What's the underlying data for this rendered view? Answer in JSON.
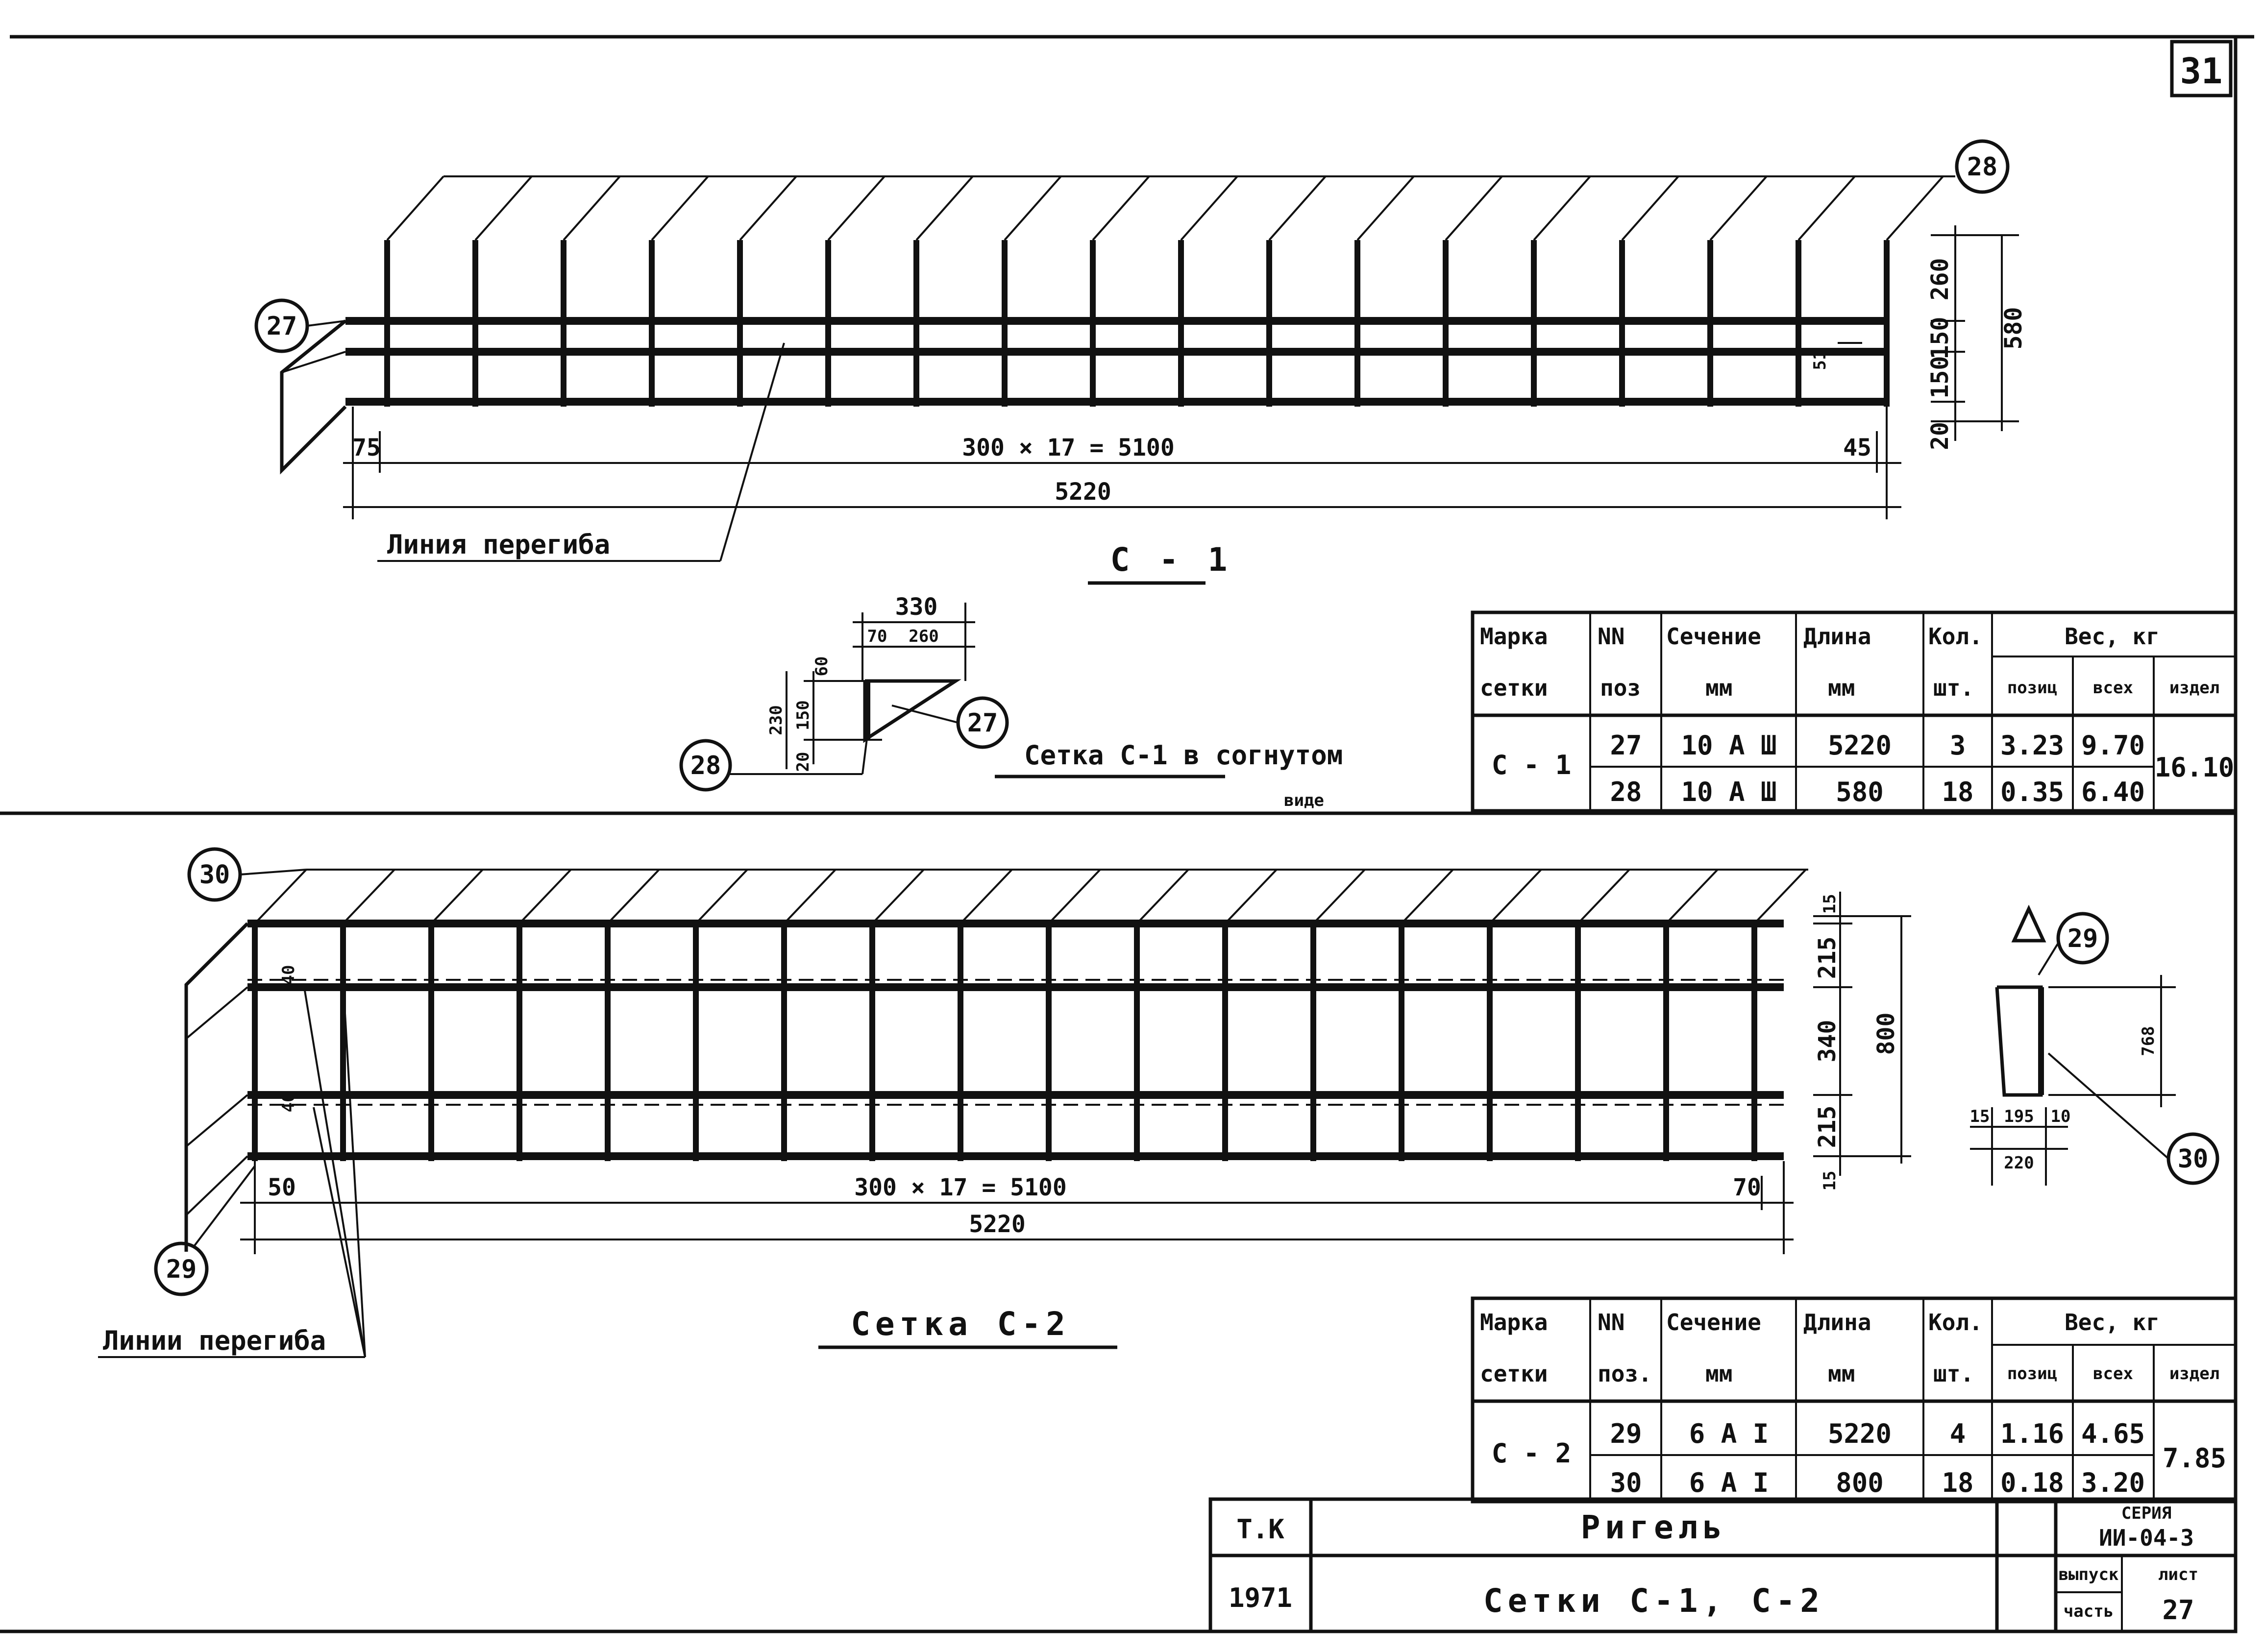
{
  "sheet": {
    "number": "31"
  },
  "mesh1": {
    "tags": {
      "bent": "27",
      "straight": "28"
    },
    "dims": {
      "bar_height": "580",
      "h260": "260",
      "h150a": "150",
      "h150b": "150",
      "h20": "20",
      "s51": "51",
      "left": "75",
      "right": "45",
      "span": "300 × 17 = 5100",
      "total": "5220"
    },
    "bend_label": "Линия перегиба",
    "title": "С - 1"
  },
  "mesh1_bent": {
    "dims": {
      "d330": "330",
      "d70": "70",
      "d260": "260",
      "h230": "230",
      "h150": "150",
      "h60": "60",
      "h20": "20"
    },
    "tags": {
      "a": "28",
      "b": "27"
    },
    "caption_a": "Сетка С-1 в согнутом",
    "caption_b": "виде"
  },
  "table1": {
    "headers": [
      [
        "Марка",
        "сетки"
      ],
      [
        "NN",
        "поз"
      ],
      [
        "Сечение",
        "мм"
      ],
      [
        "Длина",
        "мм"
      ],
      [
        "Кол.",
        "шт."
      ]
    ],
    "weight_header": "Вес, кг",
    "weight_sub": [
      "позиц",
      "всех",
      "издел"
    ],
    "mark": "С - 1",
    "rows": [
      [
        "27",
        "10 А Ш",
        "5220",
        "3",
        "3.23",
        "9.70"
      ],
      [
        "28",
        "10 А Ш",
        "580",
        "18",
        "0.35",
        "6.40"
      ]
    ],
    "total": "16.10"
  },
  "mesh2": {
    "tags": {
      "top": "30",
      "bottom": "29"
    },
    "dims": {
      "h15a": "15",
      "h215a": "215",
      "h340": "340",
      "h215b": "215",
      "h15b": "15",
      "total_h": "800",
      "i40a": "40",
      "i40b": "40",
      "left": "50",
      "right": "70",
      "span": "300 × 17 = 5100",
      "total": "5220"
    },
    "bend_label": "Линии перегиба",
    "title": "Сетка С-2"
  },
  "mesh2_bent": {
    "tags": {
      "a": "29",
      "b": "30"
    },
    "dims": {
      "d15": "15",
      "d195": "195",
      "d10": "10",
      "d220": "220",
      "h768": "768"
    }
  },
  "table2": {
    "headers": [
      [
        "Марка",
        "сетки"
      ],
      [
        "NN",
        "поз."
      ],
      [
        "Сечение",
        "мм"
      ],
      [
        "Длина",
        "мм"
      ],
      [
        "Кол.",
        "шт."
      ]
    ],
    "weight_header": "Вес, кг",
    "weight_sub": [
      "позиц",
      "всех",
      "издел"
    ],
    "mark": "С - 2",
    "rows": [
      [
        "29",
        "6 А I",
        "5220",
        "4",
        "1.16",
        "4.65"
      ],
      [
        "30",
        "6 А I",
        "800",
        "18",
        "0.18",
        "3.20"
      ]
    ],
    "total": "7.85"
  },
  "stamp": {
    "org": "Т.К",
    "year": "1971",
    "name": "Ригель",
    "subject": "Сетки С-1, С-2",
    "series_label": "СЕРИЯ",
    "series": "ИИ-04-3",
    "issue_label": "выпуск",
    "part_label": "часть",
    "sheet_label": "лист",
    "sheet": "27"
  }
}
